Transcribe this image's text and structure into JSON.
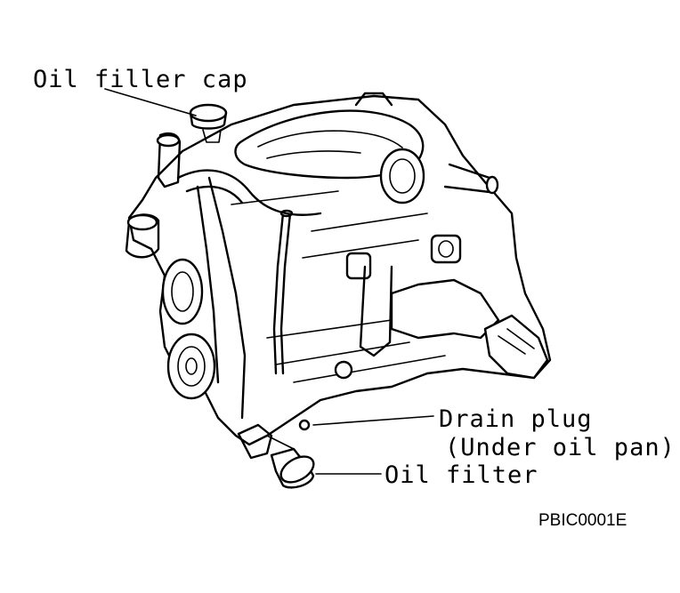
{
  "labels": {
    "oil_filler_cap": "Oil filler cap",
    "drain_plug": "Drain plug",
    "drain_plug_note": "(Under oil pan)",
    "oil_filter": "Oil filter"
  },
  "figure_code": "PBIC0001E",
  "colors": {
    "line": "#000000",
    "background": "#ffffff"
  }
}
